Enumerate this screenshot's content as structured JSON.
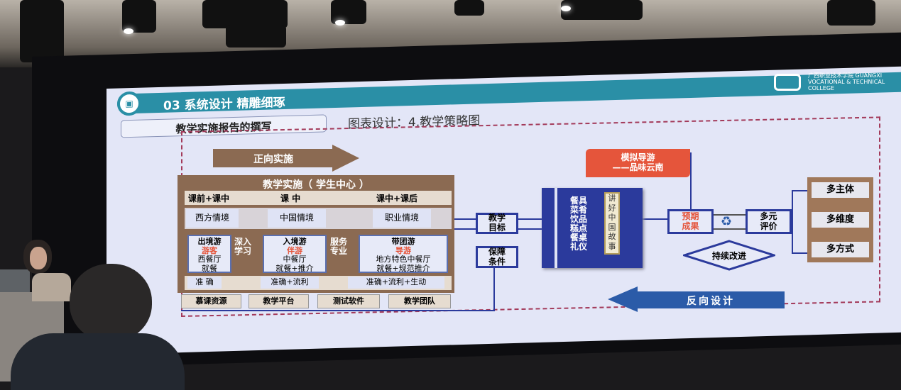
{
  "slide": {
    "section_title": "03 系统设计 精雕细琢",
    "subtitle_box": "教学实施报告的撰写",
    "subtitle": "图表设计：4.教学策略图",
    "logo_text": "广西职业技术学院 GUANGXI VOCATIONAL & TECHNICAL COLLEGE"
  },
  "diagram": {
    "forward_arrow": "正向实施",
    "backward_arrow": "反向设计",
    "main_title": "教学实施（ 学生中心 ）",
    "stages": [
      "课前+课中",
      "课 中",
      "课中+课后"
    ],
    "contexts": [
      "西方情境",
      "中国情境",
      "职业情境"
    ],
    "activities": [
      {
        "title": "出境游",
        "role": "游客",
        "desc": "西餐厅\n就餐"
      },
      {
        "title": "入境游",
        "role": "伴游",
        "desc": "中餐厅\n就餐+推介"
      },
      {
        "title": "带团游",
        "role": "导游",
        "desc": "地方特色中餐厅\n就餐+规范推介"
      }
    ],
    "transitions": [
      "深入\n学习",
      "服务\n专业"
    ],
    "levels": [
      "准 确",
      "准确+流利",
      "准确+流利+生动"
    ],
    "resources": [
      "慕课资源",
      "教学平台",
      "测试软件",
      "教学团队"
    ],
    "goal": "教学\n目标",
    "support": "保障\n条件",
    "book_items": "餐具\n菜肴\n饮品\n糕点\n餐桌\n礼仪",
    "book_label": "讲\n好\n中\n国\n故\n事",
    "flag": "模拟导游\n——品味云南",
    "outcome": "预期\n成果",
    "evaluation": "多元\n评价",
    "improve": "持续改进",
    "eval_dims": [
      "多主体",
      "多维度",
      "多方式"
    ]
  },
  "colors": {
    "teal": "#2a8fa6",
    "brown": "#8b6a52",
    "navy": "#2b3a9c",
    "red": "#e5553b"
  }
}
